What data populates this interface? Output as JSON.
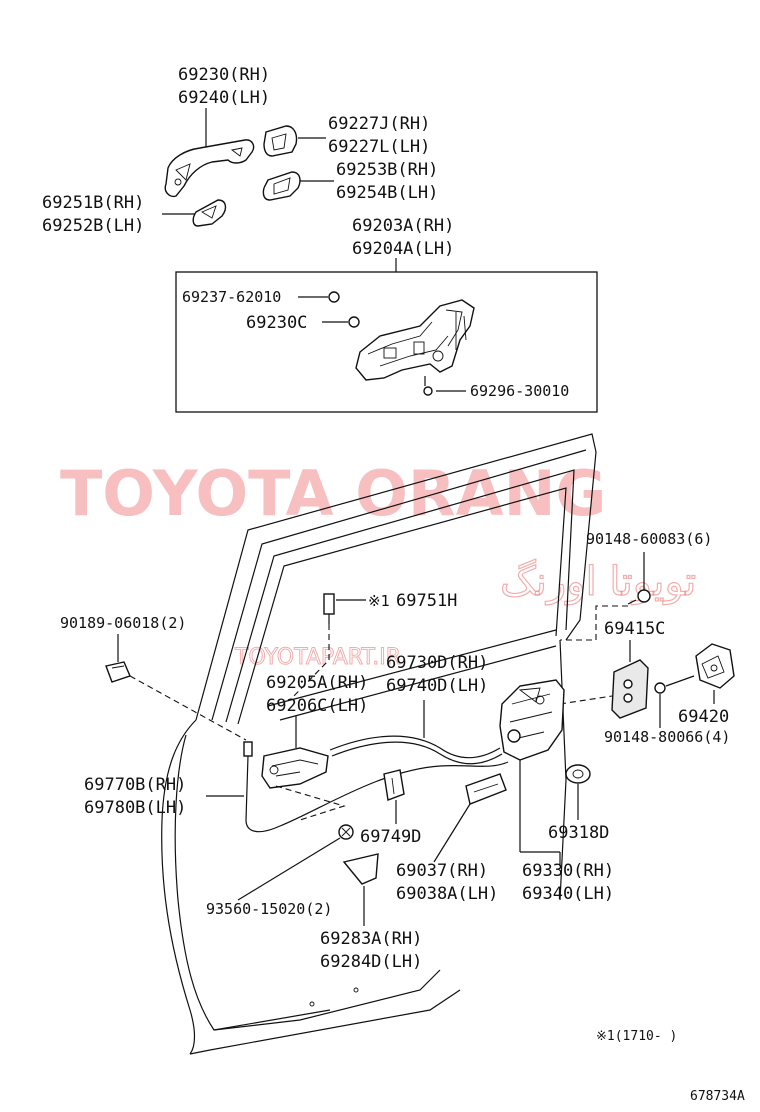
{
  "watermark": {
    "latin": "TOYOTA ORANG",
    "arabic": "تویوتا اورنگ",
    "url": "TOYOTAPART.IR"
  },
  "labels": {
    "p69230": "69230(RH)",
    "p69240": "69240(LH)",
    "p69227j": "69227J(RH)",
    "p69227l": "69227L(LH)",
    "p69253b": "69253B(RH)",
    "p69254b": "69254B(LH)",
    "p69251b": "69251B(RH)",
    "p69252b": "69252B(LH)",
    "p69203a": "69203A(RH)",
    "p69204a": "69204A(LH)",
    "p69237": "69237-62010",
    "p69230c": "69230C",
    "p69296": "69296-30010",
    "p90148_60083": "90148-60083(6)",
    "p69751h_mark": "※1",
    "p69751h": "69751H",
    "p90189": "90189-06018(2)",
    "p69415c": "69415C",
    "p69730d": "69730D(RH)",
    "p69740d": "69740D(LH)",
    "p69205a": "69205A(RH)",
    "p69206c": "69206C(LH)",
    "p69420": "69420",
    "p90148_80066": "90148-80066(4)",
    "p69770b": "69770B(RH)",
    "p69780b": "69780B(LH)",
    "p69318d": "69318D",
    "p69749d": "69749D",
    "p69037": "69037(RH)",
    "p69038a": "69038A(LH)",
    "p69330": "69330(RH)",
    "p69340": "69340(LH)",
    "p93560": "93560-15020(2)",
    "p69283a": "69283A(RH)",
    "p69284d": "69284D(LH)"
  },
  "footnote": "※1(1710-    )",
  "diagram_code": "678734A"
}
